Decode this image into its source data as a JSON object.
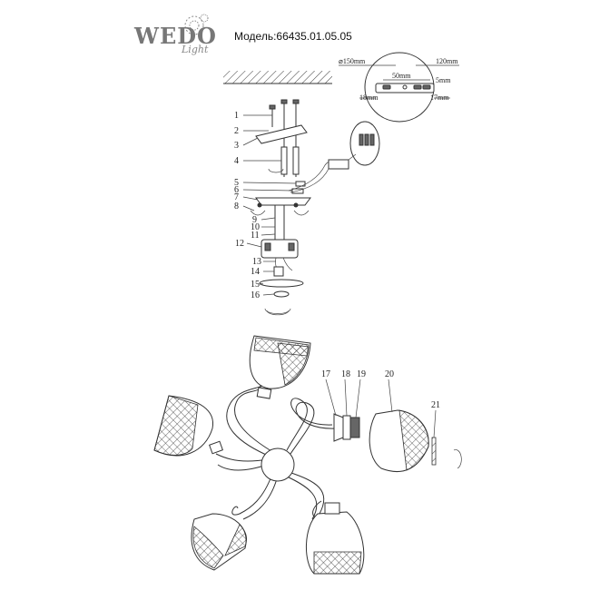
{
  "brand": {
    "name": "WEDO",
    "subname": "Light"
  },
  "model_label": "Модель:66435.01.05.05",
  "bracket_dims": {
    "diameter": "⌀150mm",
    "width": "120mm",
    "spacing": "50mm",
    "slot": "5mm",
    "left_h": "18mm",
    "right_h": "17mm"
  },
  "parts": [
    "1",
    "2",
    "3",
    "4",
    "5",
    "6",
    "7",
    "8",
    "9",
    "10",
    "11",
    "12",
    "13",
    "14",
    "15",
    "16",
    "17",
    "18",
    "19",
    "20",
    "21"
  ],
  "colors": {
    "line": "#333333",
    "logo": "#777777"
  }
}
